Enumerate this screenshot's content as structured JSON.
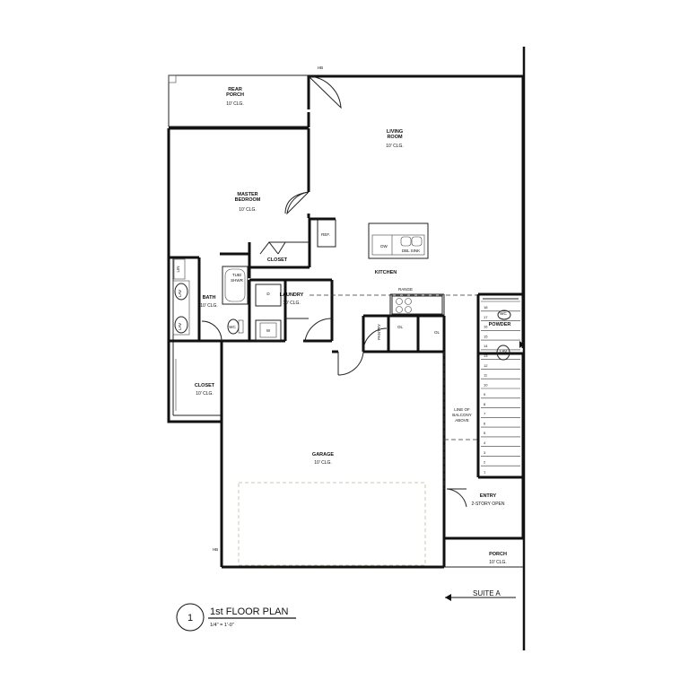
{
  "rooms": {
    "rear_porch": {
      "name": "REAR\nPORCH",
      "clg": "10' CLG."
    },
    "living_room": {
      "name": "LIVING\nROOM",
      "clg": "10' CLG."
    },
    "master_bedroom": {
      "name": "MASTER\nBEDROOM",
      "clg": "10' CLG."
    },
    "closet_upper": {
      "name": "CLOSET"
    },
    "kitchen": {
      "name": "KITCHEN"
    },
    "bath": {
      "name": "BATH",
      "clg": "10' CLG."
    },
    "laundry": {
      "name": "LAUNDRY",
      "clg": "10' CLG."
    },
    "powder": {
      "name": "POWDER"
    },
    "closet_lower": {
      "name": "CLOSET",
      "clg": "10' CLG."
    },
    "garage": {
      "name": "GARAGE",
      "clg": "10' CLG."
    },
    "entry": {
      "name": "ENTRY",
      "clg": "2-STORY OPEN"
    },
    "porch": {
      "name": "PORCH",
      "clg": "10' CLG."
    }
  },
  "fixtures": {
    "ref": "REF.",
    "dw": "DW",
    "sink": "DBL SINK",
    "range": "RANGE",
    "tub": "TUB/\nSHWR",
    "lin": "LIN",
    "lav": "LAV",
    "wc": "WC",
    "d": "D",
    "w": "W",
    "pantry": "PANTRY",
    "ol1": "OL",
    "ol2": "OL",
    "hb_top": "HB",
    "hb_bottom": "HB",
    "balcony": "LINE OF\nBALCONY\nABOVE"
  },
  "stair_numbers": [
    "18",
    "17",
    "16",
    "15",
    "14",
    "13",
    "12",
    "11",
    "10",
    "9",
    "8",
    "7",
    "6",
    "5",
    "4",
    "3",
    "2",
    "1"
  ],
  "title_block": {
    "number": "1",
    "title": "1st FLOOR PLAN",
    "scale": "1/4\" = 1'-0\""
  },
  "suite_label": "SUITE  A"
}
